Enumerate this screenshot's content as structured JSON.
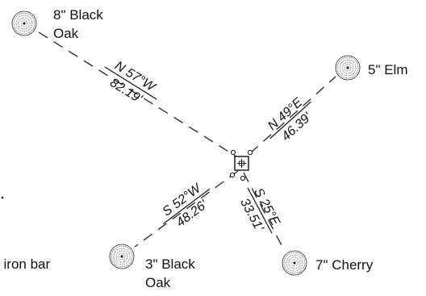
{
  "colors": {
    "ink": "#111111",
    "background": "#ffffff"
  },
  "center_marker": {
    "icon": "iron-bar-corner-marker-icon"
  },
  "partial_caption": "l iron bar",
  "witness_trees": [
    {
      "id": "black-oak-8",
      "label_lines": [
        "8\" Black",
        "Oak"
      ],
      "icon": "tree-symbol-icon",
      "bearing": "N 57°W",
      "distance": "82.19'"
    },
    {
      "id": "elm-5",
      "label_lines": [
        "5\" Elm"
      ],
      "icon": "tree-symbol-icon",
      "bearing": "N 49°E",
      "distance": "46.39'"
    },
    {
      "id": "black-oak-3",
      "label_lines": [
        "3\" Black",
        "Oak"
      ],
      "icon": "tree-symbol-icon",
      "bearing": "S 52°W",
      "distance": "48.26'"
    },
    {
      "id": "cherry-7",
      "label_lines": [
        "7\" Cherry"
      ],
      "icon": "tree-symbol-icon",
      "bearing": "S 25°E",
      "distance": "33.51'"
    }
  ]
}
